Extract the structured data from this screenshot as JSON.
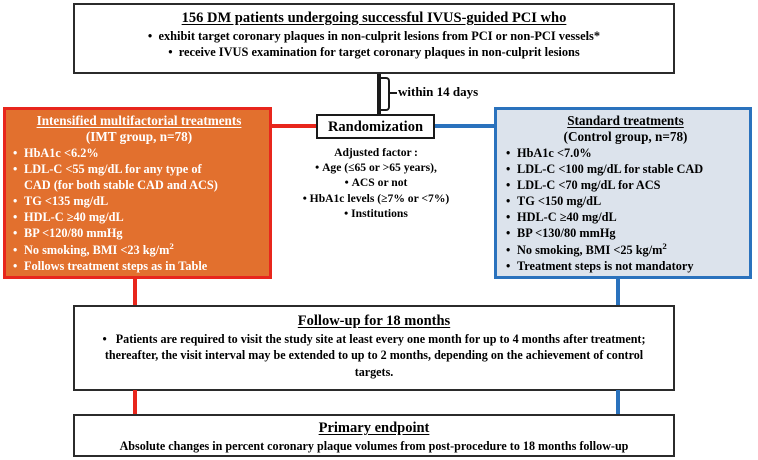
{
  "top_box": {
    "title": "156 DM patients undergoing successful IVUS-guided PCI who",
    "bullets": [
      "exhibit target coronary plaques in non-culprit lesions from PCI or non-PCI vessels*",
      "receive IVUS examination for target coronary plaques in non-culprit lesions"
    ]
  },
  "bracket": {
    "label": "within 14 days"
  },
  "randomization": {
    "label": "Randomization",
    "adjusted_title": "Adjusted factor :",
    "adjusted_factors": [
      "Age (≤65 or >65 years),",
      "ACS or not",
      "HbA1c levels (≥7% or <7%)",
      "Institutions"
    ]
  },
  "imt_arm": {
    "title": "Intensified multifactorial treatments",
    "subtitle": "(IMT group, n=78)",
    "targets": [
      "HbA1c <6.2%",
      "LDL-C <55 mg/dL for any type of",
      "CAD (for both stable CAD and ACS)",
      "TG <135 mg/dL",
      "HDL-C ≥40 mg/dL",
      "BP <120/80 mmHg",
      "No smoking, BMI <23 kg/m2",
      "Follows treatment steps as in Table"
    ],
    "fill_color": "#e2702e",
    "border_color": "#e8261c",
    "text_color": "#ffffff"
  },
  "control_arm": {
    "title": "Standard treatments",
    "subtitle": "(Control group, n=78)",
    "targets": [
      "HbA1c <7.0%",
      "LDL-C <100 mg/dL for stable CAD",
      "LDL-C <70 mg/dL for ACS",
      "TG <150 mg/dL",
      "HDL-C ≥40 mg/dL",
      "BP <130/80 mmHg",
      "No smoking, BMI <25 kg/m2",
      "Treatment steps is not mandatory"
    ],
    "fill_color": "#dce3ec",
    "border_color": "#2a72bd",
    "text_color": "#000000"
  },
  "followup": {
    "title": "Follow-up for 18 months",
    "body": "•  Patients are required to visit the study site at least every one month for up to 4 months after treatment; thereafter, the visit interval may be extended to up to 2 months, depending on the achievement of control targets."
  },
  "primary_endpoint": {
    "title": "Primary endpoint",
    "body": "Absolute changes in percent coronary plaque volumes from post-procedure to 18 months follow-up"
  }
}
